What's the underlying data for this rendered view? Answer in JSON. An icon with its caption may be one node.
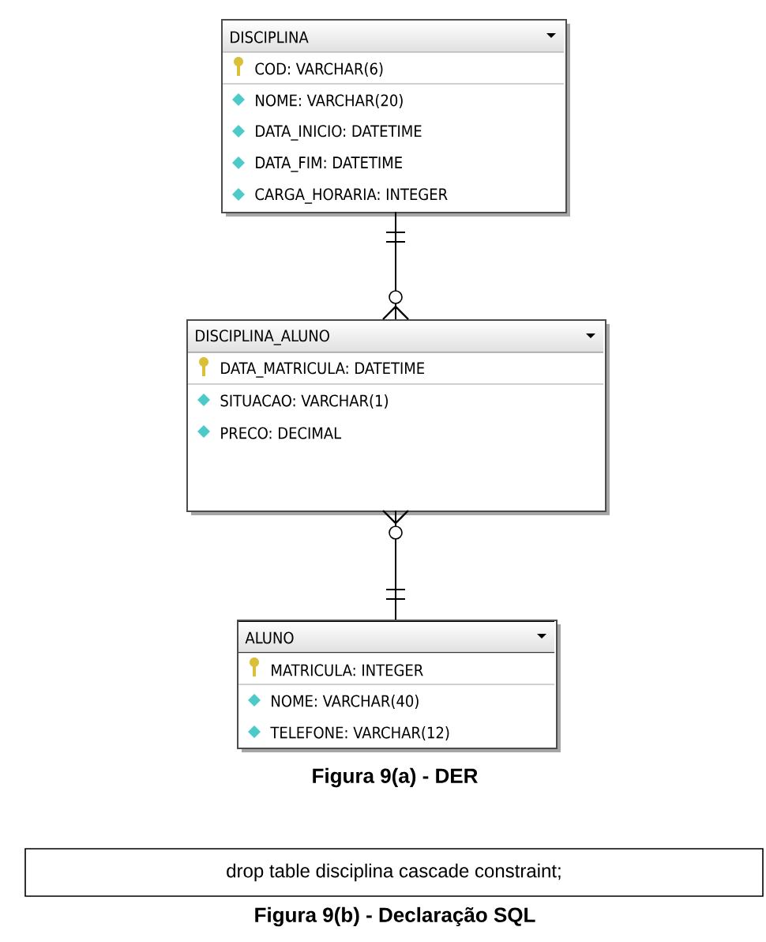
{
  "diagram": {
    "nodes": [
      {
        "text": [
          "DISCIPLINA",
          "COD: VARCHAR(6)",
          "NOME: VARCHAR(20)",
          "DATA_INICIO: DATETIME",
          "DATA_FIM: DATETIME",
          "CARGA_HORARIA: INTEGER"
        ]
      },
      {
        "text": [
          "DISCIPLINA_ALUNO",
          "DATA_MATRICULA: DATETIME",
          "SITUACAO: VARCHAR(1)",
          "PRECO: DECIMAL"
        ]
      },
      {
        "text": [
          "ALUNO",
          "MATRICULA: INTEGER",
          "NOME: VARCHAR(40)",
          "TELEFONE: VARCHAR(12)"
        ]
      },
      {
        "text": [
          "drop table disciplina cascade constraint;"
        ]
      }
    ],
    "edges": [
      {
        "from": 0,
        "to": 1,
        "arrow": "other"
      },
      {
        "from": 2,
        "to": 1,
        "arrow": "other"
      }
    ],
    "labels": [
      "Figura 9(a) - DER",
      "Figura 9(b) - Declaração SQL"
    ]
  }
}
